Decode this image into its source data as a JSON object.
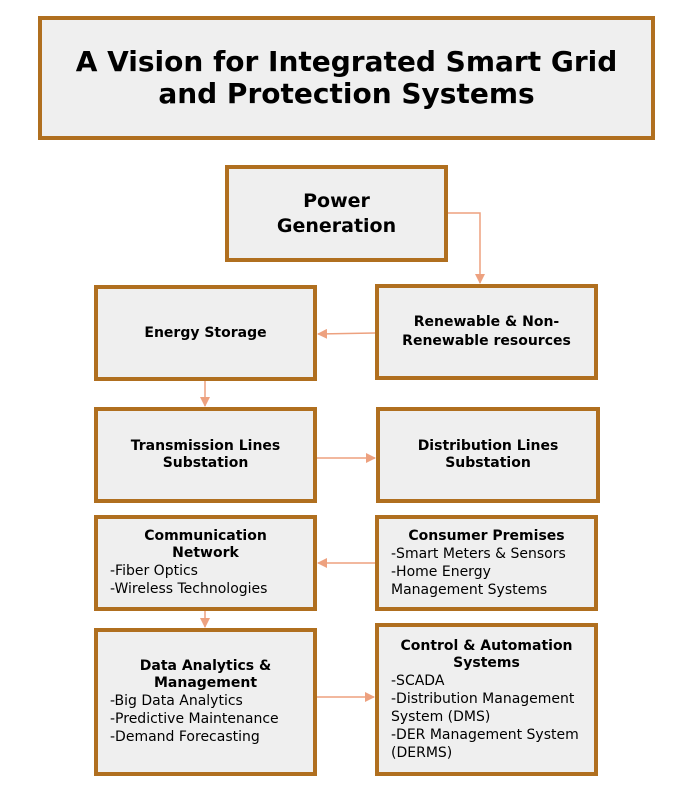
{
  "title": "A Vision for Integrated Smart Grid and Protection Systems",
  "nodes": {
    "power": {
      "label": "Power Generation"
    },
    "storage": {
      "label": "Energy Storage"
    },
    "renewable": {
      "label": "Renewable & Non-Renewable resources"
    },
    "transmission": {
      "label": "Transmission Lines Substation"
    },
    "distribution": {
      "label": "Distribution Lines Substation"
    },
    "communication": {
      "label": "Communication Network",
      "items": [
        "-Fiber Optics",
        "-Wireless Technologies"
      ]
    },
    "consumer": {
      "label": "Consumer Premises",
      "items": [
        "-Smart Meters & Sensors",
        "-Home Energy Management Systems"
      ]
    },
    "data": {
      "label": "Data Analytics & Management",
      "items": [
        "-Big Data Analytics",
        "-Predictive Maintenance",
        "-Demand Forecasting"
      ]
    },
    "control": {
      "label": "Control & Automation Systems",
      "items": [
        "-SCADA",
        "-Distribution Management System (DMS)",
        "-DER Management System (DERMS)"
      ]
    }
  },
  "edges": [
    [
      "power",
      "renewable"
    ],
    [
      "renewable",
      "storage"
    ],
    [
      "storage",
      "transmission"
    ],
    [
      "transmission",
      "distribution"
    ],
    [
      "consumer",
      "communication"
    ],
    [
      "communication",
      "data"
    ],
    [
      "data",
      "control"
    ]
  ],
  "colors": {
    "border": "#b06f1f",
    "fill": "#efefef",
    "arrow": "#eda17f"
  }
}
